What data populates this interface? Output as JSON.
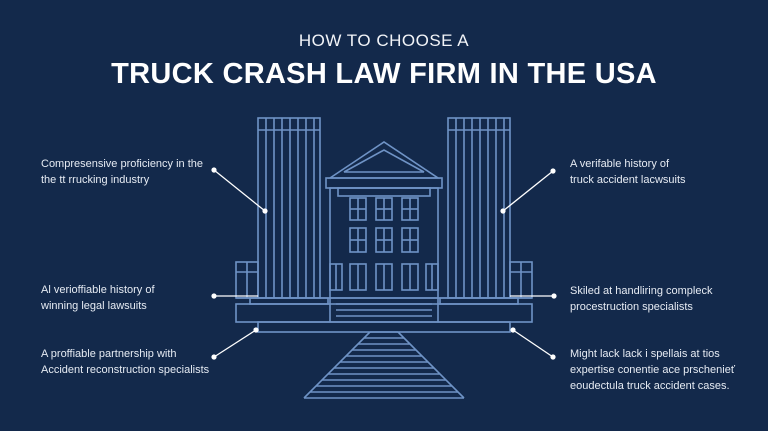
{
  "header": {
    "subtitle": "HOW TO CHOOSE A",
    "title": "TRUCK CRASH LAW FIRM IN THE USA"
  },
  "notes": {
    "left_top": [
      "Compresensive proficiency in the",
      "the tt rrucking industry"
    ],
    "left_middle": [
      "Al verioffiable history of",
      "winning legal lawsuits"
    ],
    "left_bottom": [
      "A proffiable partnership with",
      "Accident reconstruction specialists"
    ],
    "right_top": [
      "A verifable history of",
      "truck accident lacwsuits"
    ],
    "right_middle": [
      "Skiled at handliring compleck",
      "procestruction specialists"
    ],
    "right_bottom": [
      "Might lack lack i spellais at tios",
      "expertise conentie ace prschenieť",
      "eoudectula truck accident cases."
    ]
  },
  "colors": {
    "background": "#13294b",
    "line_art": "#6f93c6",
    "text": "#e6ebf3"
  },
  "icons": {
    "illustration": "courthouse-line-art"
  }
}
